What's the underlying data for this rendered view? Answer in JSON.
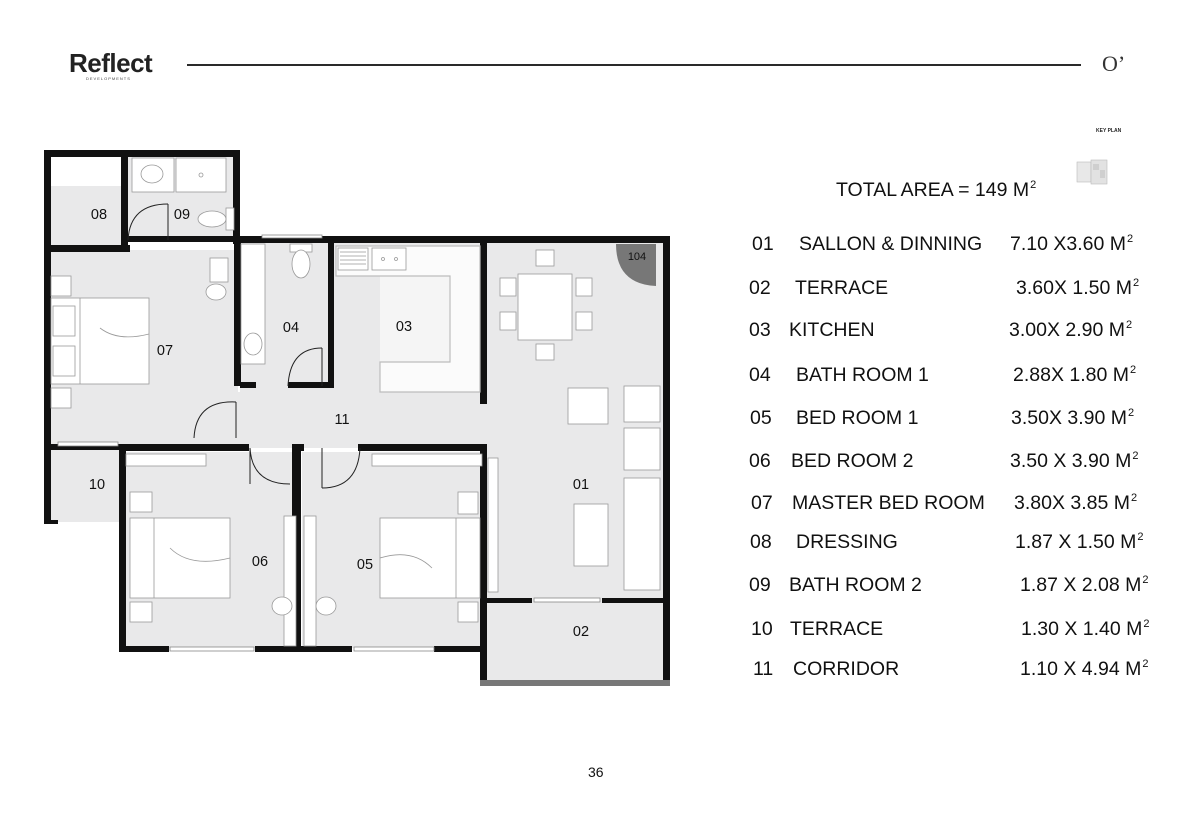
{
  "header": {
    "brand": "Reflect",
    "brand_sub": "DEVELOPMENTS"
  },
  "keyplan": {
    "label": "KEY PLAN"
  },
  "summary": {
    "total_area_label": "TOTAL AREA  =  149 M",
    "unit_power": "2"
  },
  "plan": {
    "room_labels": [
      "01",
      "02",
      "03",
      "04",
      "05",
      "06",
      "07",
      "08",
      "09",
      "10",
      "11"
    ],
    "unit_badge": "104"
  },
  "rooms": [
    {
      "no": "01",
      "name": "SALLON & DINNING",
      "dim": "7.10 X3.60  M"
    },
    {
      "no": "02",
      "name": "TERRACE",
      "dim": "3.60X 1.50 M"
    },
    {
      "no": "03",
      "name": "KITCHEN",
      "dim": "3.00X 2.90 M"
    },
    {
      "no": "04",
      "name": "BATH ROOM 1",
      "dim": "2.88X 1.80 M"
    },
    {
      "no": "05",
      "name": "BED ROOM 1",
      "dim": "3.50X 3.90 M"
    },
    {
      "no": "06",
      "name": "BED ROOM 2",
      "dim": "3.50 X 3.90 M"
    },
    {
      "no": "07",
      "name": "MASTER BED ROOM",
      "dim": "3.80X 3.85 M"
    },
    {
      "no": "08",
      "name": "DRESSING",
      "dim": "1.87 X 1.50 M"
    },
    {
      "no": "09",
      "name": "BATH ROOM 2",
      "dim": "1.87 X 2.08 M"
    },
    {
      "no": "10",
      "name": "TERRACE",
      "dim": "1.30 X 1.40 M"
    },
    {
      "no": "11",
      "name": "CORRIDOR",
      "dim": "1.10 X 4.94 M"
    }
  ],
  "footer": {
    "page_number": "36"
  }
}
